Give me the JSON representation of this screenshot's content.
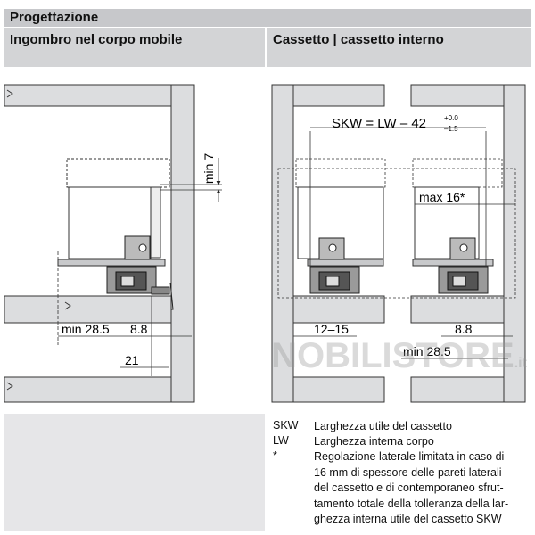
{
  "header": {
    "title": "Progettazione"
  },
  "left": {
    "title": "Ingombro nel corpo mobile",
    "dims": {
      "min7": "min 7",
      "min285": "min 28.5",
      "d88": "8.8",
      "d21": "21"
    }
  },
  "right": {
    "title": "Cassetto | cassetto interno",
    "dims": {
      "skw_formula": "SKW = LW – 42",
      "skw_tol_plus": "+0.0",
      "skw_tol_minus": "–1.5",
      "max16": "max 16*",
      "d1215": "12–15",
      "d88": "8.8",
      "min285": "min 28.5"
    }
  },
  "watermark": {
    "text": "NOBILISTORE",
    "suffix": ".it"
  },
  "legend": [
    {
      "abbr": "SKW",
      "lines": [
        "Larghezza utile del cassetto"
      ]
    },
    {
      "abbr": "LW",
      "lines": [
        "Larghezza interna corpo"
      ]
    },
    {
      "abbr": "*",
      "lines": [
        "Regolazione laterale limitata in caso di",
        "16 mm di spessore delle pareti laterali",
        "del cassetto e di contemporaneo sfrut-",
        "tamento totale della tolleranza della lar-",
        "ghezza interna utile del cassetto SKW"
      ]
    }
  ],
  "colors": {
    "header_bg": "#c7c8cb",
    "subheader_bg": "#d3d4d6",
    "panel_fill": "#dcdddf",
    "line": "#333333"
  }
}
